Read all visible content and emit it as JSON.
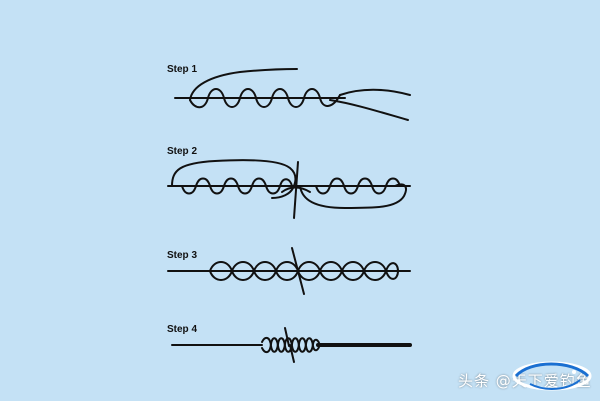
{
  "steps": [
    {
      "label": "Step 1"
    },
    {
      "label": "Step 2"
    },
    {
      "label": "Step 3"
    },
    {
      "label": "Step 4"
    }
  ],
  "watermark": {
    "text": "头条 @天下爱钓鱼",
    "logo_colors": [
      "#1a6fd1",
      "#ffffff"
    ]
  },
  "colors": {
    "background": "#c4e1f5",
    "line": "#111111"
  }
}
